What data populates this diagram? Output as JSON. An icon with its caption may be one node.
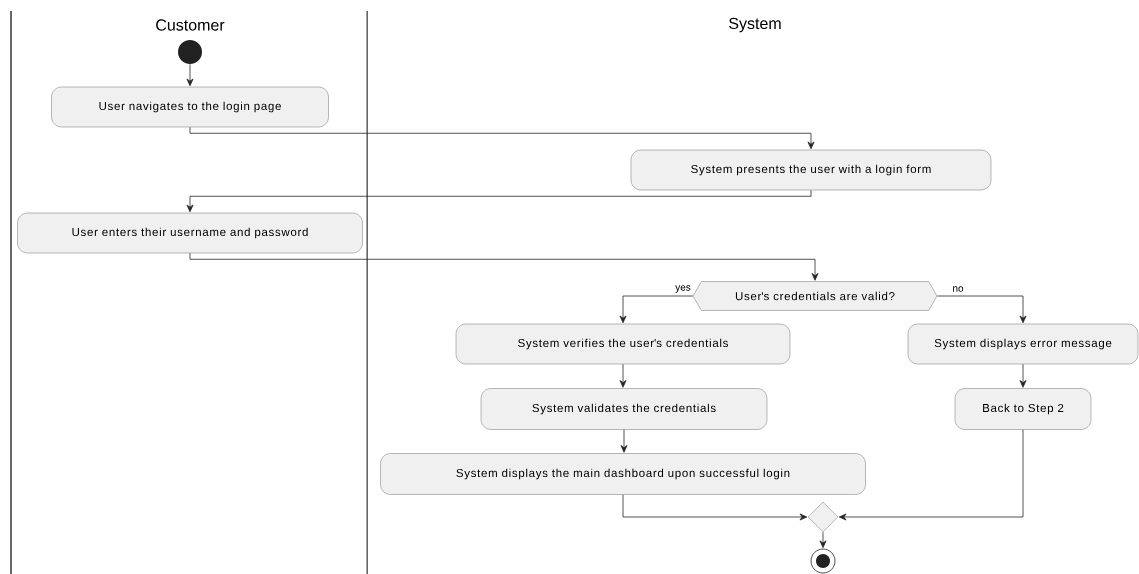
{
  "diagram": {
    "nodes": [
      {
        "text": [],
        "shape": "circle"
      },
      {
        "text": [
          "User navigates to the login page"
        ]
      },
      {
        "text": [
          "System presents the user with a login form"
        ]
      },
      {
        "text": [
          "User enters their username and password"
        ]
      },
      {
        "text": [
          "User's credentials are valid?"
        ]
      },
      {
        "text": [
          "System verifies the user's credentials"
        ]
      },
      {
        "text": [
          "System validates the credentials"
        ]
      },
      {
        "text": [
          "System displays the main dashboard upon successful login"
        ]
      },
      {
        "text": [
          "System displays error message"
        ]
      },
      {
        "text": [
          "Back to Step 2"
        ]
      },
      {
        "text": [],
        "shape": "diamond"
      },
      {
        "text": [],
        "shape": "circle"
      }
    ],
    "edges": [
      {
        "from": 0,
        "to": 1,
        "arrow": "to"
      },
      {
        "from": 1,
        "to": 2,
        "arrow": "to"
      },
      {
        "from": 2,
        "to": 3,
        "arrow": "to"
      },
      {
        "from": 3,
        "to": 4,
        "arrow": "to"
      },
      {
        "from": 4,
        "to": 5,
        "arrow": "to",
        "label": "yes"
      },
      {
        "from": 4,
        "to": 8,
        "arrow": "to",
        "label": "no"
      },
      {
        "from": 5,
        "to": 6,
        "arrow": "to"
      },
      {
        "from": 6,
        "to": 7,
        "arrow": "to"
      },
      {
        "from": 8,
        "to": 9,
        "arrow": "to"
      },
      {
        "from": 7,
        "to": 10,
        "arrow": "to"
      },
      {
        "from": 9,
        "to": 10,
        "arrow": "to"
      },
      {
        "from": 10,
        "to": 11,
        "arrow": "to"
      }
    ],
    "labels": [
      "Customer",
      "System"
    ]
  }
}
